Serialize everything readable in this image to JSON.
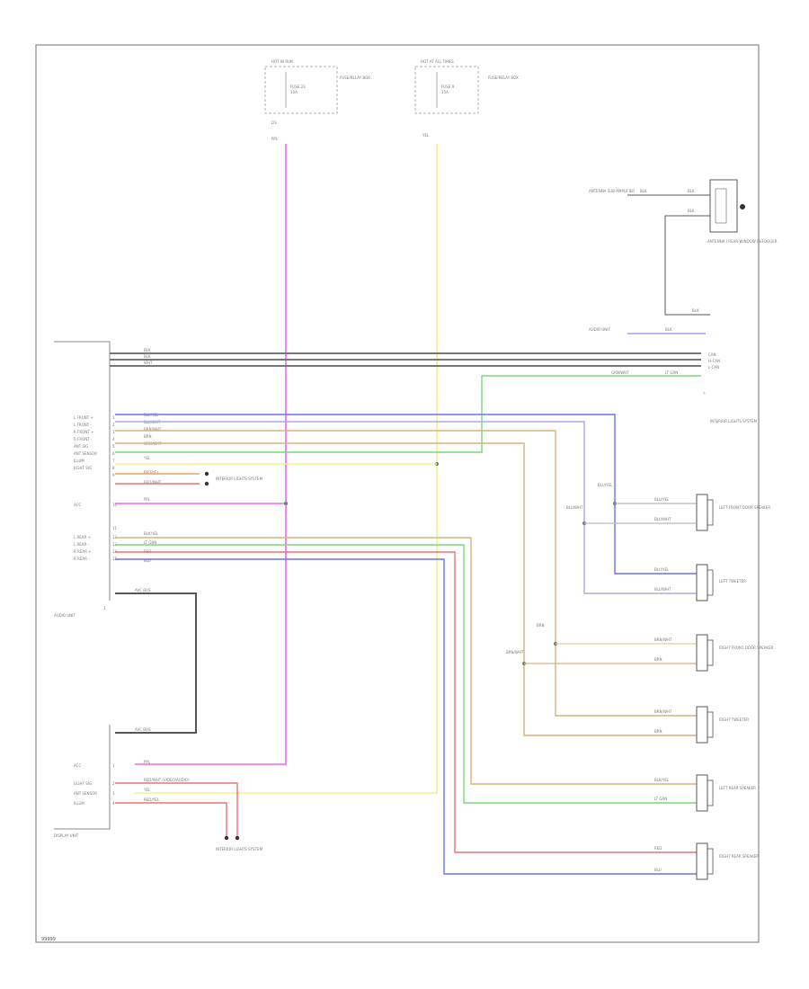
{
  "fuse_left": {
    "label": "HOT IN RUN",
    "fuse": "FUSE 23",
    "amps": "10A",
    "panel_note": "FUSE/RELAY BOX",
    "wire_pin": "D3",
    "wire_color": "PPL"
  },
  "fuse_right": {
    "label": "HOT AT ALL TIMES",
    "fuse": "FUSE 9",
    "amps": "15A",
    "panel_note": "FUSE/RELAY BOX",
    "wire_color": "YEL"
  },
  "antenna": {
    "source_label": "ANTENNA SUB-AMPLIFIER",
    "wire_a": "BLK",
    "wire_b": "BLK",
    "ground": "BLK",
    "label": "ANTENNA / REAR WINDOW DEFOGGER"
  },
  "ground_top": {
    "label": "AUDIO UNIT",
    "wire": "BLK"
  },
  "harness": {
    "w1": "BLK",
    "w2": "BLK",
    "w3": "WHT",
    "labels": [
      "CAN",
      "H-CAN",
      "L-CAN"
    ],
    "green_wire": "GRN/WHT",
    "green_dest": "LT GRN"
  },
  "dest_note": "INTERIOR LIGHTS SYSTEM",
  "audio_unit": {
    "label": "AUDIO UNIT",
    "pins_upper": [
      {
        "name": "L FRONT +",
        "pin": "1",
        "wire": "BLU/YEL"
      },
      {
        "name": "L FRONT -",
        "pin": "2",
        "wire": "BLU/WHT"
      },
      {
        "name": "R FRONT +",
        "pin": "3",
        "wire": "BRN/WHT"
      },
      {
        "name": "R FRONT -",
        "pin": "4",
        "wire": "BRN"
      },
      {
        "name": "ANT SIG",
        "pin": "5",
        "wire": "GRN/WHT"
      },
      {
        "name": "ANT SENSOR",
        "pin": "6",
        "wire": "YEL"
      },
      {
        "name": "ILLUM",
        "pin": "7",
        "wire": "RED/YEL"
      },
      {
        "name": "LIGHT SIG",
        "pin": "8",
        "wire": "RED/WHT"
      },
      {
        "name": "",
        "pin": "9",
        "wire": ""
      },
      {
        "name": "ACC",
        "pin": "10",
        "wire": "PPL"
      }
    ],
    "pins_lower": [
      {
        "name": "",
        "pin": "11",
        "wire": ""
      },
      {
        "name": "L REAR +",
        "pin": "12",
        "wire": "BLK/YEL"
      },
      {
        "name": "L REAR -",
        "pin": "13",
        "wire": "LT GRN"
      },
      {
        "name": "R REAR +",
        "pin": "14",
        "wire": "RED"
      },
      {
        "name": "R REAR -",
        "pin": "15",
        "wire": "BLU"
      }
    ],
    "bus_label": "AVC BUS"
  },
  "lighting_note": "INTERIOR LIGHTS SYSTEM",
  "display": {
    "label": "DISPLAY UNIT",
    "bus_label": "AVC BUS",
    "pins": [
      {
        "name": "ACC",
        "pin": "1",
        "wire": "PPL"
      },
      {
        "name": "LIGHT SIG",
        "pin": "2",
        "wire": "RED/WHT (VIDEO/AUDIO)"
      },
      {
        "name": "ANT SENSOR",
        "pin": "3",
        "wire": "YEL"
      },
      {
        "name": "ILLUM",
        "pin": "4",
        "wire": "RED/YEL"
      }
    ],
    "ground_note": "INTERIOR LIGHTS SYSTEM"
  },
  "splices": {
    "lf_left": "BLU/YEL",
    "lf_left_b": "BLU/WHT",
    "rf": "BRN",
    "rf_b": "BRN/WHT"
  },
  "speakers": [
    {
      "id": "left-front-door-speaker",
      "label": "LEFT FRONT DOOR SPEAKER",
      "w1": "BLU/YEL",
      "w2": "BLU/WHT"
    },
    {
      "id": "left-tweeter",
      "label": "LEFT TWEETER",
      "w1": "BLU/YEL",
      "w2": "BLU/WHT"
    },
    {
      "id": "right-front-door-speaker",
      "label": "RIGHT FRONT DOOR SPEAKER",
      "w1": "BRN/WHT",
      "w2": "BRN"
    },
    {
      "id": "right-tweeter",
      "label": "RIGHT TWEETER",
      "w1": "BRN/WHT",
      "w2": "BRN"
    },
    {
      "id": "left-rear-speaker",
      "label": "LEFT REAR SPEAKER",
      "w1": "BLK/YEL",
      "w2": "LT GRN"
    },
    {
      "id": "right-rear-speaker",
      "label": "RIGHT REAR SPEAKER",
      "w1": "RED",
      "w2": "BLU"
    }
  ],
  "footer_code": "99999",
  "colors": {
    "ppl": "#ee66ee",
    "yel": "#f2f28c",
    "blu": "#6f6ff0",
    "blu_wht": "#aaaaf0",
    "brn": "#d6b477",
    "brn_wht": "#e2cfa0",
    "grn": "#79d979",
    "red": "#f07070",
    "blk": "#555555",
    "ltgrn": "#aef0ae",
    "orange": "#f0a060",
    "border": "#888888"
  }
}
